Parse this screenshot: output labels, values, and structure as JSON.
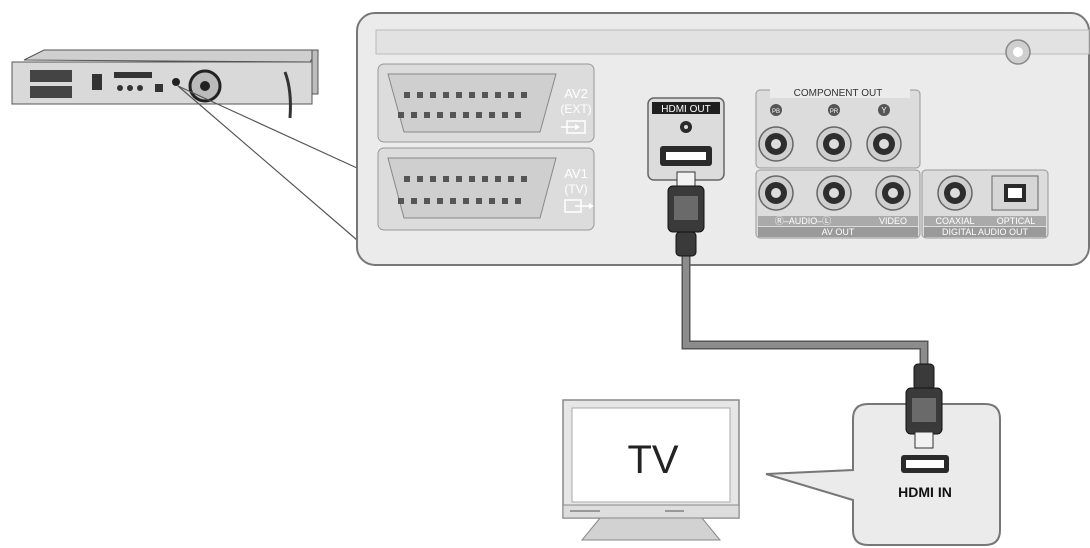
{
  "panel": {
    "av2": {
      "name": "AV2",
      "sub": "(EXT)"
    },
    "av1": {
      "name": "AV1",
      "sub": "(TV)"
    },
    "hdmi_out": "HDMI OUT",
    "component_out": "COMPONENT OUT",
    "pb": "PB",
    "pr": "PR",
    "y": "Y",
    "audio": "Ⓡ–AUDIO–Ⓛ",
    "video": "VIDEO",
    "av_out": "AV OUT",
    "coaxial": "COAXIAL",
    "optical": "OPTICAL",
    "digital_audio_out": "DIGITAL AUDIO OUT"
  },
  "tv": {
    "label": "TV",
    "hdmi_in": "HDMI IN"
  },
  "colors": {
    "panel_fill": "#ebebeb",
    "panel_stroke": "#777777",
    "cable": "#8c8c8c",
    "jack_dark": "#2e2e2e"
  }
}
